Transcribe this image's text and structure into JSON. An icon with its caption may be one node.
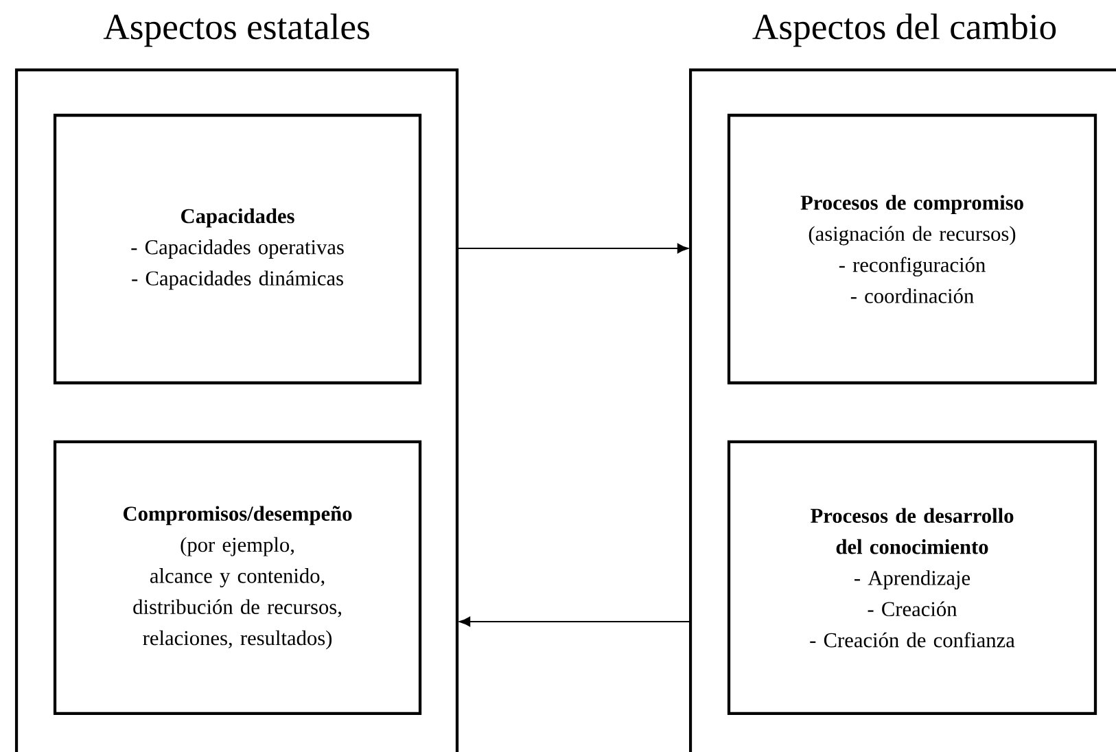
{
  "diagram": {
    "nodes": [
      {
        "text": [
          "Aspectos estatales"
        ]
      },
      {
        "text": [
          "Capacidades",
          "- Capacidades operativas",
          "- Capacidades dinámicas"
        ],
        "in": 0
      },
      {
        "text": [
          "Compromisos/desempeño",
          "(por ejemplo, alcance y contenido, distribución de recursos, relaciones, resultados)"
        ],
        "in": 0
      },
      {
        "text": [
          "Aspectos del cambio"
        ]
      },
      {
        "text": [
          "Procesos de compromiso",
          "(asignación de recursos)",
          "- reconfiguración",
          "- coordinación"
        ],
        "in": 3
      },
      {
        "text": [
          "Procesos de desarrollo del conocimiento",
          "- Aprendizaje",
          "- Creación",
          "- Creación de confianza"
        ],
        "in": 3
      }
    ],
    "edges": [
      {
        "from": 0,
        "to": 3,
        "arrow": "to"
      },
      {
        "from": 3,
        "to": 0,
        "arrow": "to"
      }
    ]
  }
}
